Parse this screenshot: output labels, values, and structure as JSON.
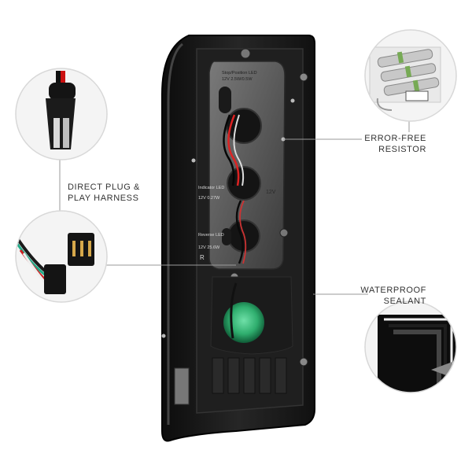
{
  "labels": {
    "direct_plug": {
      "line1": "DIRECT PLUG &",
      "line2": "PLAY HARNESS"
    },
    "error_free": {
      "line1": "ERROR-FREE",
      "line2": "RESISTOR"
    },
    "waterproof": {
      "line1": "WATERPROOF",
      "line2": "SEALANT"
    }
  },
  "housing_text": {
    "stop_led": "Stop/Position LED",
    "stop_spec": "12V 2.5W/0.5W",
    "indicator_led": "Indicator LED",
    "indicator_spec": "12V 0.27W",
    "voltage_mark": "12V",
    "reverse_led": "Reverse LED",
    "reverse_spec": "12V 25.6W",
    "side_mark": "R"
  },
  "colors": {
    "housing_dark": "#1a1a1a",
    "housing_gray": "#5a5a5a",
    "reflector_green": "#2fae6e",
    "leader_line": "#9a9a9a",
    "circle_border": "#d8d8d8"
  }
}
